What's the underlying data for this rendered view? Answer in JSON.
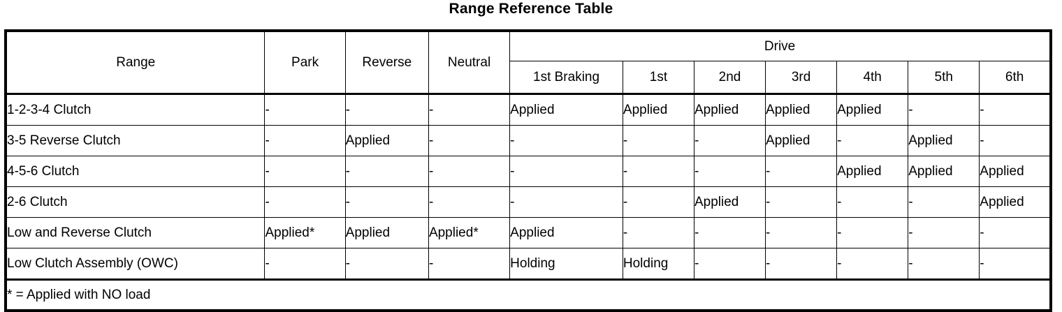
{
  "title": "Range Reference Table",
  "table": {
    "group_header": "Drive",
    "columns": [
      "Range",
      "Park",
      "Reverse",
      "Neutral",
      "1st Braking",
      "1st",
      "2nd",
      "3rd",
      "4th",
      "5th",
      "6th"
    ],
    "drive_columns": [
      "1st Braking",
      "1st",
      "2nd",
      "3rd",
      "4th",
      "5th",
      "6th"
    ],
    "rows": [
      {
        "label": "1-2-3-4 Clutch",
        "values": [
          "-",
          "-",
          "-",
          "Applied",
          "Applied",
          "Applied",
          "Applied",
          "Applied",
          "-",
          "-"
        ]
      },
      {
        "label": "3-5 Reverse Clutch",
        "values": [
          "-",
          "Applied",
          "-",
          "-",
          "-",
          "-",
          "Applied",
          "-",
          "Applied",
          "-"
        ]
      },
      {
        "label": "4-5-6 Clutch",
        "values": [
          "-",
          "-",
          "-",
          "-",
          "-",
          "-",
          "-",
          "Applied",
          "Applied",
          "Applied"
        ]
      },
      {
        "label": "2-6 Clutch",
        "values": [
          "-",
          "-",
          "-",
          "-",
          "-",
          "Applied",
          "-",
          "-",
          "-",
          "Applied"
        ]
      },
      {
        "label": "Low and Reverse Clutch",
        "values": [
          "Applied*",
          "Applied",
          "Applied*",
          "Applied",
          "-",
          "-",
          "-",
          "-",
          "-",
          "-"
        ]
      },
      {
        "label": "Low Clutch Assembly (OWC)",
        "values": [
          "-",
          "-",
          "-",
          "Holding",
          "Holding",
          "-",
          "-",
          "-",
          "-",
          "-"
        ]
      }
    ],
    "footnote": "* = Applied with NO load"
  },
  "colors": {
    "border": "#000000",
    "background": "#ffffff",
    "text": "#000000"
  }
}
